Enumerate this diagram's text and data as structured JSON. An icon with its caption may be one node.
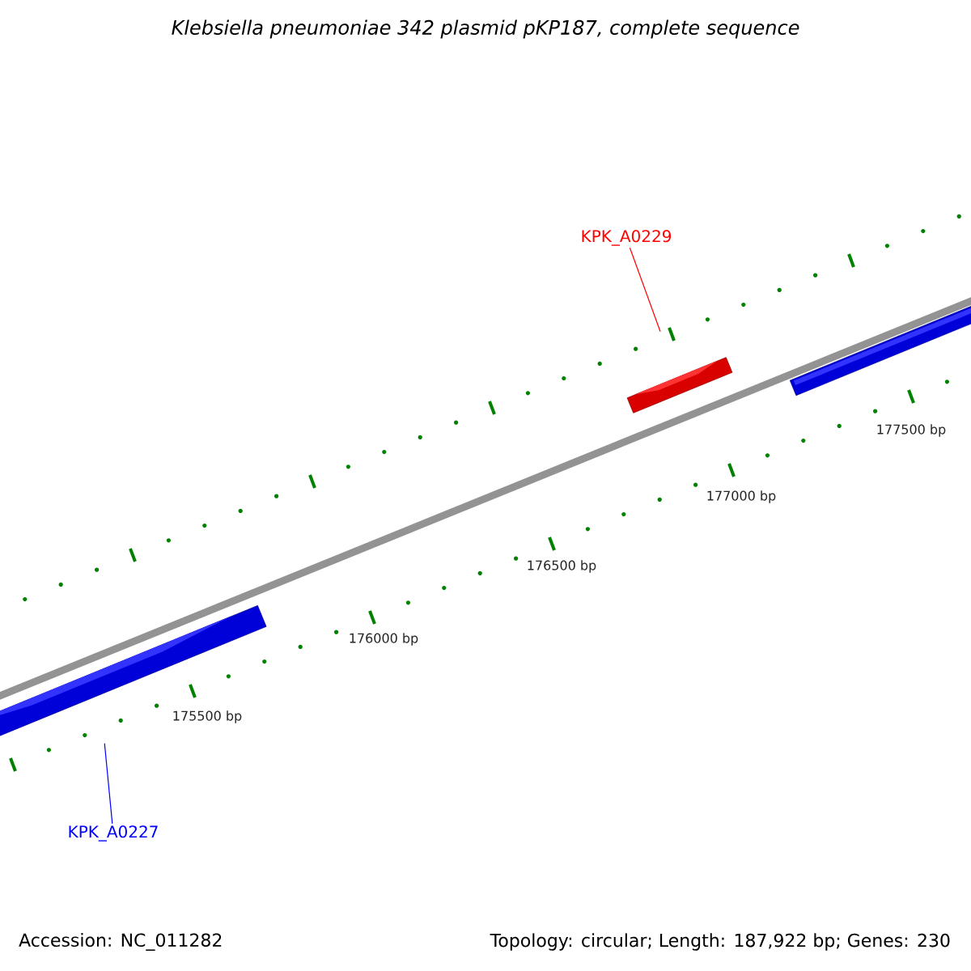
{
  "diagram": {
    "title": "Klebsiella pneumoniae 342 plasmid pKP187, complete sequence",
    "nodes": [
      {
        "text": [
          "KPK_A0229"
        ]
      },
      {
        "text": [],
        "shape": "bar"
      },
      {
        "text": [
          "KPK_A0227"
        ]
      },
      {
        "text": [],
        "shape": "bar"
      }
    ],
    "edges": [
      {
        "from": 0,
        "to": 1,
        "arrow": "none",
        "color": "#ff0000"
      },
      {
        "from": 2,
        "to": 3,
        "arrow": "none",
        "color": "#0000ff"
      }
    ],
    "labels": [
      "177500 bp",
      "177000 bp",
      "176500 bp",
      "176000 bp",
      "175500 bp",
      "Accession: NC_011282",
      "Topology: circular; Length: 187,922 bp; Genes: 230"
    ]
  }
}
